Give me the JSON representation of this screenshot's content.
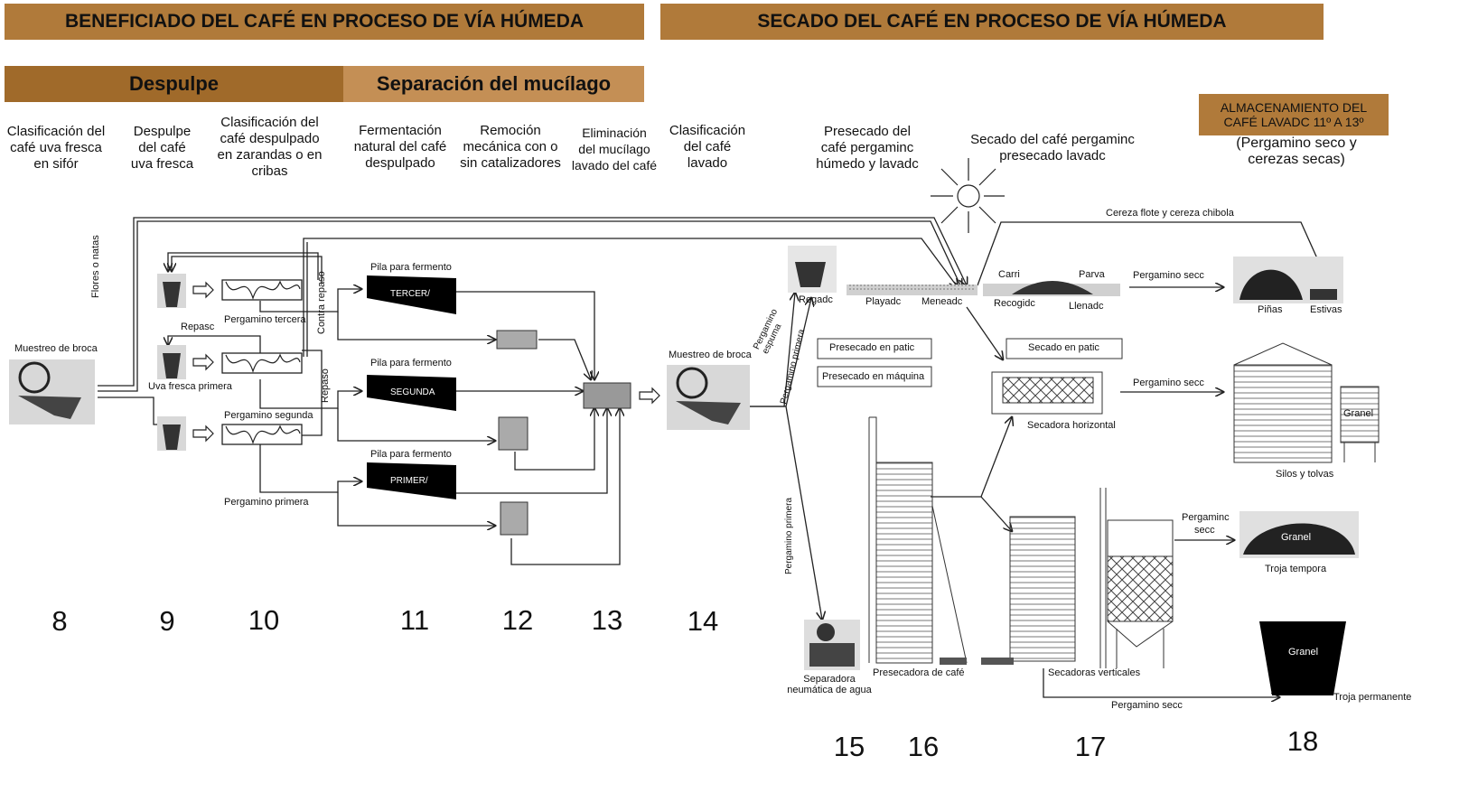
{
  "headers": {
    "beneficiado": "BENEFICIADO DEL CAFÉ EN PROCESO DE VÍA HÚMEDA",
    "secado": "SECADO DEL CAFÉ EN PROCESO DE VÍA HÚMEDA",
    "despulpe": "Despulpe",
    "separacion": "Separación del mucílago",
    "almacenamiento": "ALMACENAMIENTO DEL CAFÉ LAVADC 11º A 13º"
  },
  "steps": {
    "s8": [
      "Clasificación del",
      "café uva fresca",
      "en sifór"
    ],
    "s9": [
      "Despulpe",
      "del café",
      "uva fresca"
    ],
    "s10": [
      "Clasificación del",
      "café despulpado",
      "en zarandas o en",
      "cribas"
    ],
    "s11": [
      "Fermentación",
      "natural del café",
      "despulpado"
    ],
    "s12": [
      "Remoción",
      "mecánica con o",
      "sin catalizadores"
    ],
    "s13": [
      "Eliminación",
      "del mucílago",
      "lavado del café"
    ],
    "s14": [
      "Clasificación",
      "del café",
      "lavado"
    ],
    "s15": [
      "Presecado del",
      "café pergaminc",
      "húmedo y lavadc"
    ],
    "s16": [
      "Secado del café pergaminc",
      "presecado lavadc"
    ],
    "s17": [
      "(Pergamino seco y",
      "cerezas secas)"
    ]
  },
  "numbers": [
    "8",
    "9",
    "10",
    "11",
    "12",
    "13",
    "14",
    "15",
    "16",
    "17",
    "18"
  ],
  "labels": {
    "muestreo1": "Muestreo de broca",
    "flores": "Flores o natas",
    "repaso": "Repasc",
    "uva_primera": "Uva fresca primera",
    "perg_tercera": "Pergamino tercera",
    "perg_segunda": "Pergamino segunda",
    "perg_primera": "Pergamino primera",
    "contra_repaso": "Contra repaso",
    "repaso_v": "Repaso",
    "pila1": "Pila para fermento",
    "pila2": "Pila para fermento",
    "pila3": "Pila para fermento",
    "tercera": "TERCER/",
    "segunda": "SEGUNDA",
    "primera": "PRIMER/",
    "muestreo2": "Muestreo de broca",
    "perg_espuma": "Pergamino espuma",
    "perg_primera_up": "Pergamino primera",
    "perg_primera_down": "Pergamino primera",
    "regado": "Regadc",
    "playado": "Playadc",
    "meneado": "Meneadc",
    "carri": "Carri",
    "parva": "Parva",
    "recogido": "Recogidc",
    "llenado": "Llenadc",
    "cereza": "Cereza flote y cereza chibola",
    "perg_seco1": "Pergamino secc",
    "pinas": "Piñas",
    "estivas": "Estivas",
    "presecado_patio": "Presecado en patic",
    "presecado_maquina": "Presecado en máquina",
    "secado_patio": "Secado en patic",
    "secadora_horizontal": "Secadora horizontal",
    "perg_seco2": "Pergamino secc",
    "granel1": "Granel",
    "silos": "Silos y tolvas",
    "perg_seco3a": "Pergaminc",
    "perg_seco3b": "secc",
    "granel2": "Granel",
    "troja_temporal": "Troja tempora",
    "granel3": "Granel",
    "troja_permanente": "Troja permanente",
    "separadora": [
      "Separadora",
      "neumática de agua"
    ],
    "presecadora": "Presecadora de café",
    "secadoras_verticales": "Secadoras verticales",
    "perg_seco4": "Pergamino secc"
  }
}
